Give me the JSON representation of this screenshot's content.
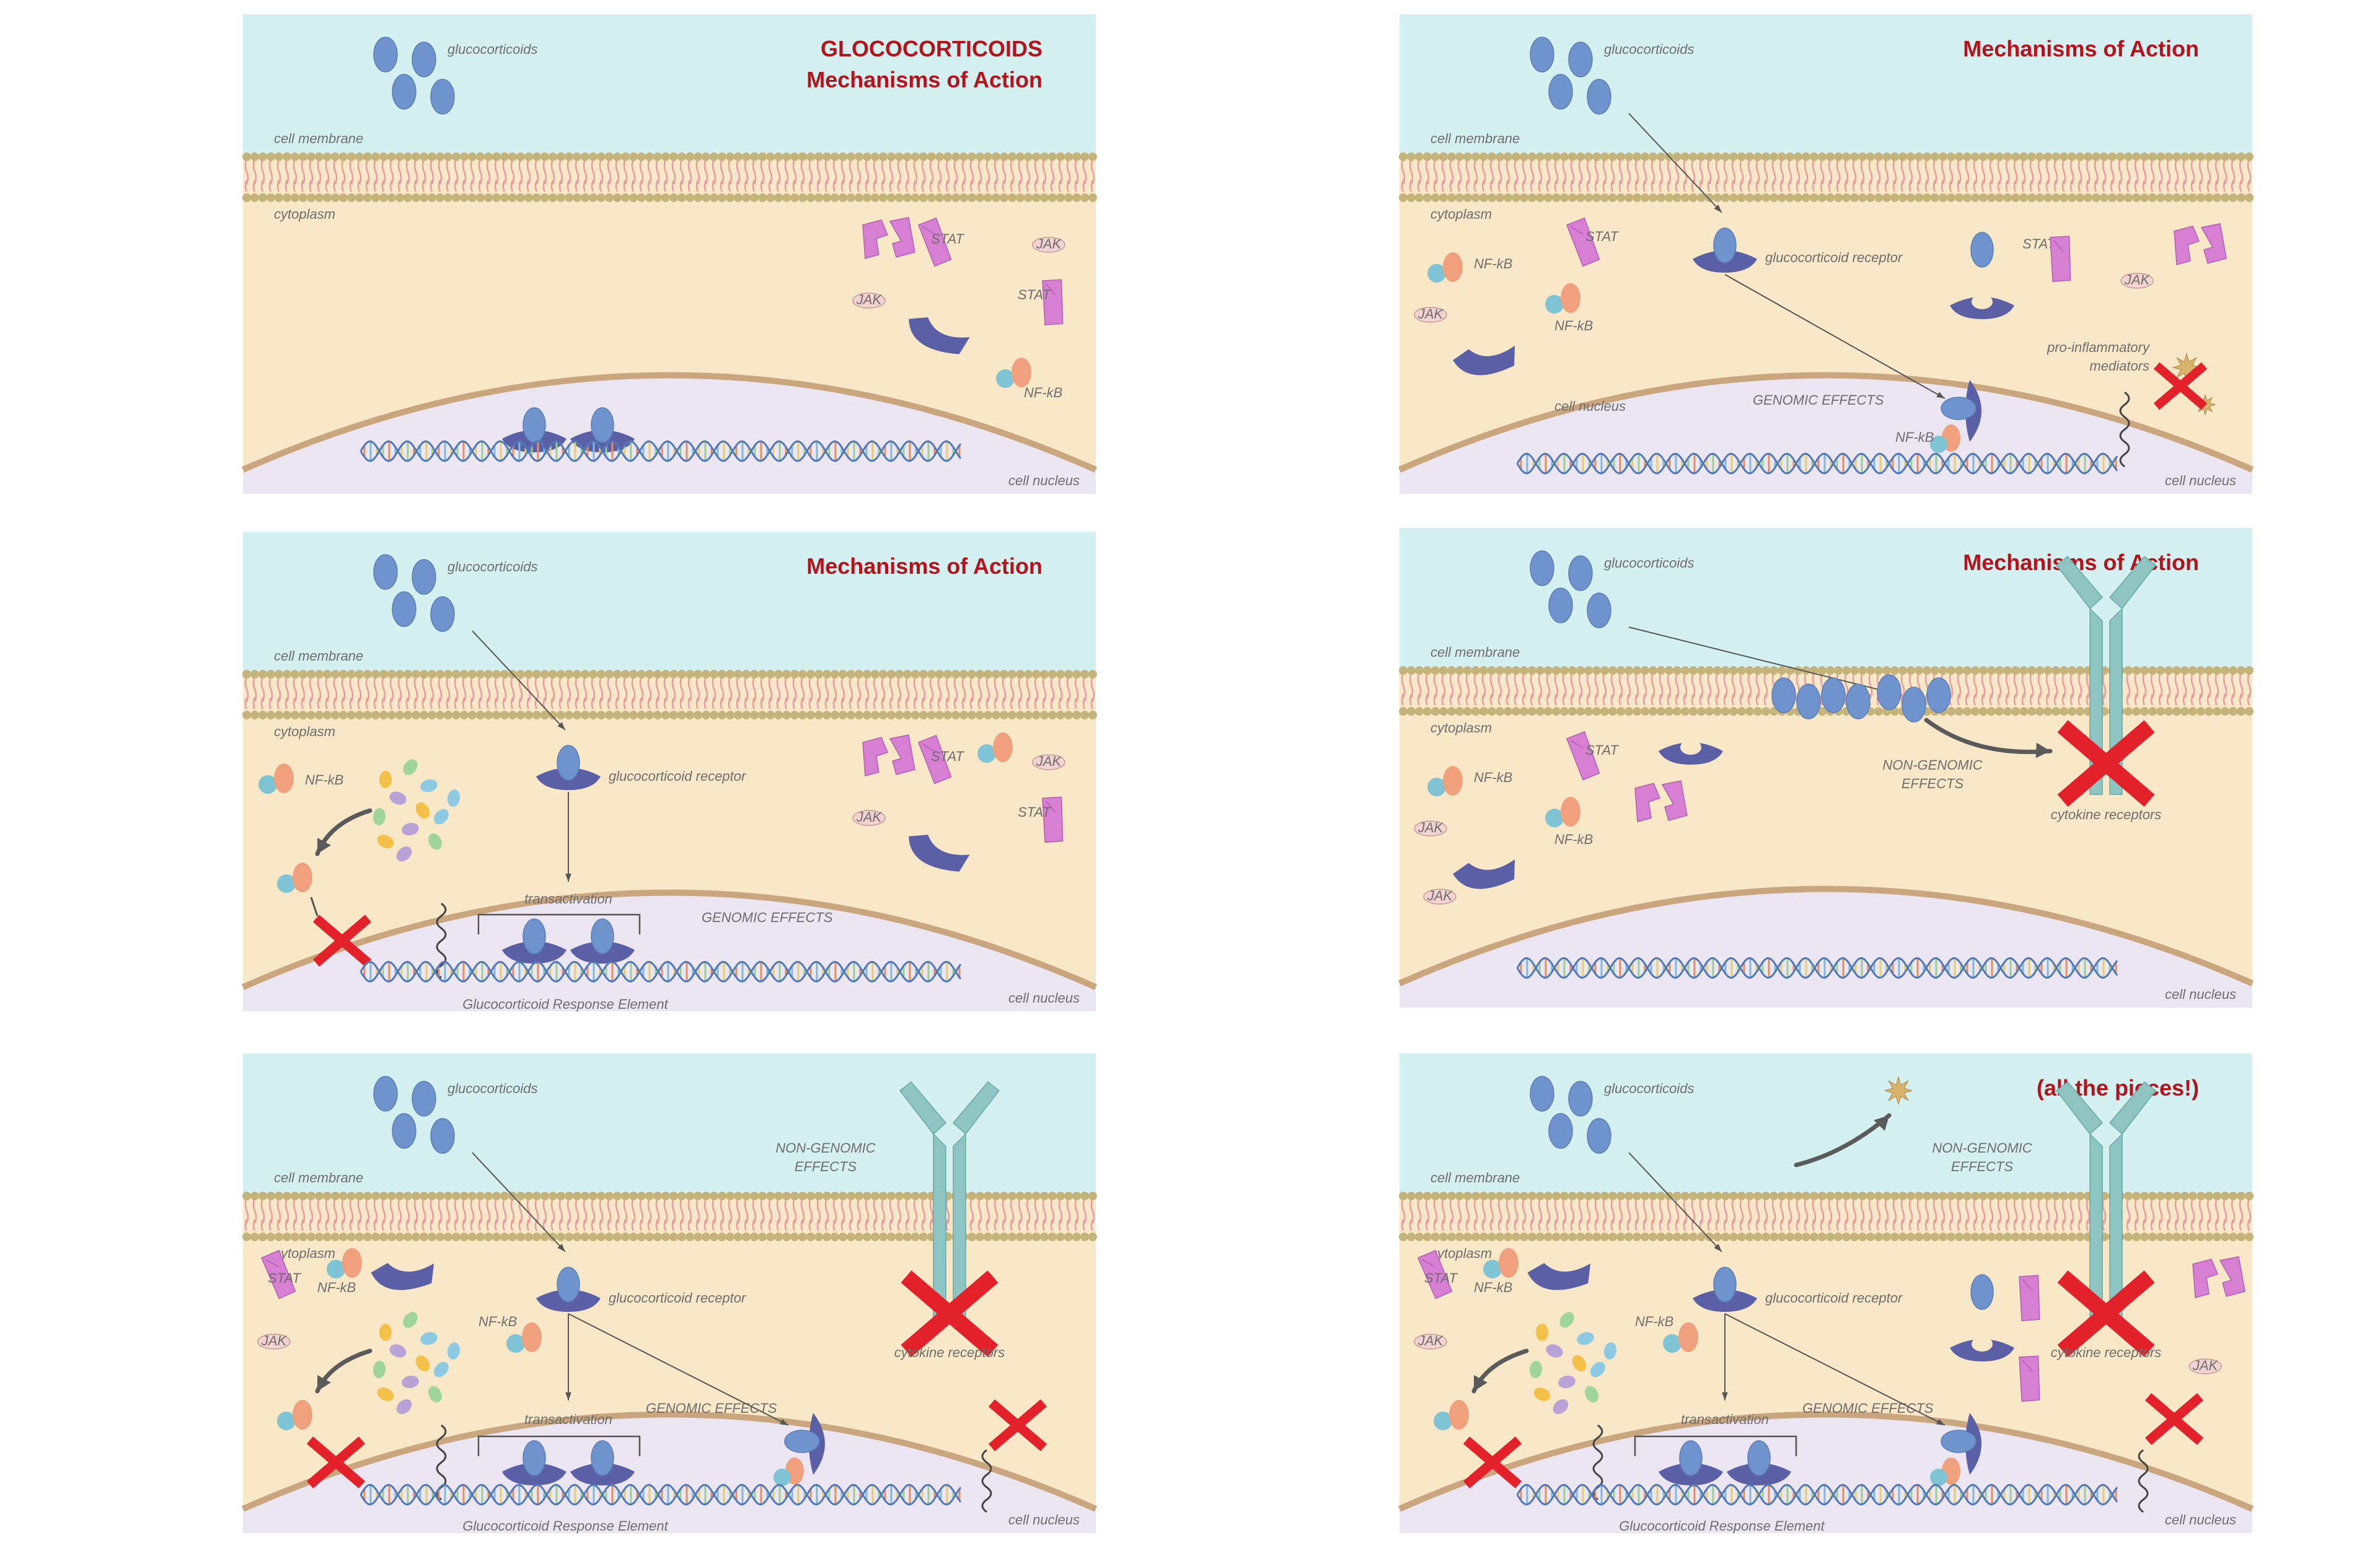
{
  "colors": {
    "outside": "#d5f0f0",
    "cytoplasm": "#f8e8c8",
    "nucleus": "#ebe6f1",
    "nuclear_envelope": "#c9a67e",
    "lipid_head": "#c4b47c",
    "lipid_tail": "#e79aa0",
    "glucocorticoid": "#6f94cd",
    "receptor": "#5b60a6",
    "stat": "#d77fd3",
    "jak_fill": "#f3d2d2",
    "nfkb_blue": "#7ec4d4",
    "nfkb_orange": "#f0a07d",
    "cytokine_receptor": "#8ec4c1",
    "cross": "#e3212b",
    "title": "#b5121b",
    "label": "#6e6e6e",
    "arrow": "#555555",
    "mediator_star": "#d9b46a"
  },
  "icons": [
    "glucocorticoid-molecule",
    "glucocorticoid-receptor",
    "stat-protein",
    "jak-kinase",
    "nf-kb-dimer",
    "dna-helix",
    "cytokine-receptor",
    "red-cross",
    "mediator-star",
    "curved-arrow"
  ],
  "panels": [
    {
      "id": "p1",
      "title": [
        "GLOCOCORTICOIDS",
        "Mechanisms of Action"
      ],
      "labels": {
        "glucocorticoids": "glucocorticoids",
        "cell_membrane": "cell membrane",
        "cytoplasm": "cytoplasm",
        "cell_nucleus": "cell nucleus",
        "stat_1": "STAT",
        "stat_2": "STAT",
        "jak_1": "JAK",
        "jak_2": "JAK",
        "nfkb_1": "NF-kB"
      }
    },
    {
      "id": "p2",
      "title": [
        "Mechanisms of Action"
      ],
      "labels": {
        "glucocorticoids": "glucocorticoids",
        "cell_membrane": "cell membrane",
        "cytoplasm": "cytoplasm",
        "cell_nucleus": "cell nucleus",
        "glucocorticoid_receptor": "glucocorticoid receptor",
        "genomic_effects": "GENOMIC EFFECTS",
        "pro_inflammatory_1": "pro-inflammatory",
        "pro_inflammatory_2": "mediators",
        "stat_1": "STAT",
        "stat_2": "STAT",
        "jak_1": "JAK",
        "jak_2": "JAK",
        "nfkb_1": "NF-kB",
        "nfkb_2": "NF-kB",
        "nfkb_3": "NF-kB"
      }
    },
    {
      "id": "p3",
      "title": [
        "Mechanisms of Action"
      ],
      "labels": {
        "glucocorticoids": "glucocorticoids",
        "cell_membrane": "cell membrane",
        "cytoplasm": "cytoplasm",
        "cell_nucleus": "cell nucleus",
        "glucocorticoid_receptor": "glucocorticoid receptor",
        "transactivation": "transactivation",
        "genomic_effects": "GENOMIC EFFECTS",
        "gre": "Glucocorticoid Response Element",
        "nfkb_1": "NF-kB",
        "stat_1": "STAT",
        "stat_2": "STAT",
        "jak_1": "JAK",
        "jak_2": "JAK"
      }
    },
    {
      "id": "p4",
      "title": [
        "Mechanisms of Action"
      ],
      "labels": {
        "glucocorticoids": "glucocorticoids",
        "cell_membrane": "cell membrane",
        "cytoplasm": "cytoplasm",
        "cell_nucleus": "cell nucleus",
        "non_genomic_1": "NON-GENOMIC",
        "non_genomic_2": "EFFECTS",
        "cytokine_receptors": "cytokine receptors",
        "stat_1": "STAT",
        "jak_1": "JAK",
        "jak_2": "JAK",
        "nfkb_1": "NF-kB",
        "nfkb_2": "NF-kB"
      }
    },
    {
      "id": "p5",
      "title": [],
      "labels": {
        "glucocorticoids": "glucocorticoids",
        "cell_membrane": "cell membrane",
        "cytoplasm": "cytoplasm",
        "cell_nucleus": "cell nucleus",
        "glucocorticoid_receptor": "glucocorticoid receptor",
        "transactivation": "transactivation",
        "genomic_effects": "GENOMIC EFFECTS",
        "gre": "Glucocorticoid Response Element",
        "non_genomic_1": "NON-GENOMIC",
        "non_genomic_2": "EFFECTS",
        "cytokine_receptors": "cytokine receptors",
        "stat_1": "STAT",
        "jak_1": "JAK",
        "nfkb_1": "NF-kB",
        "nfkb_2": "NF-kB"
      }
    },
    {
      "id": "p6",
      "title": [
        "(all the pieces!)"
      ],
      "labels": {
        "glucocorticoids": "glucocorticoids",
        "cell_membrane": "cell membrane",
        "cytoplasm": "cytoplasm",
        "cell_nucleus": "cell nucleus",
        "glucocorticoid_receptor": "glucocorticoid receptor",
        "transactivation": "transactivation",
        "genomic_effects": "GENOMIC EFFECTS",
        "gre": "Glucocorticoid Response Element",
        "non_genomic_1": "NON-GENOMIC",
        "non_genomic_2": "EFFECTS",
        "cytokine_receptors": "cytokine receptors",
        "stat_1": "STAT",
        "jak_1": "JAK",
        "jak_2": "JAK",
        "nfkb_1": "NF-kB",
        "nfkb_2": "NF-kB"
      }
    }
  ]
}
